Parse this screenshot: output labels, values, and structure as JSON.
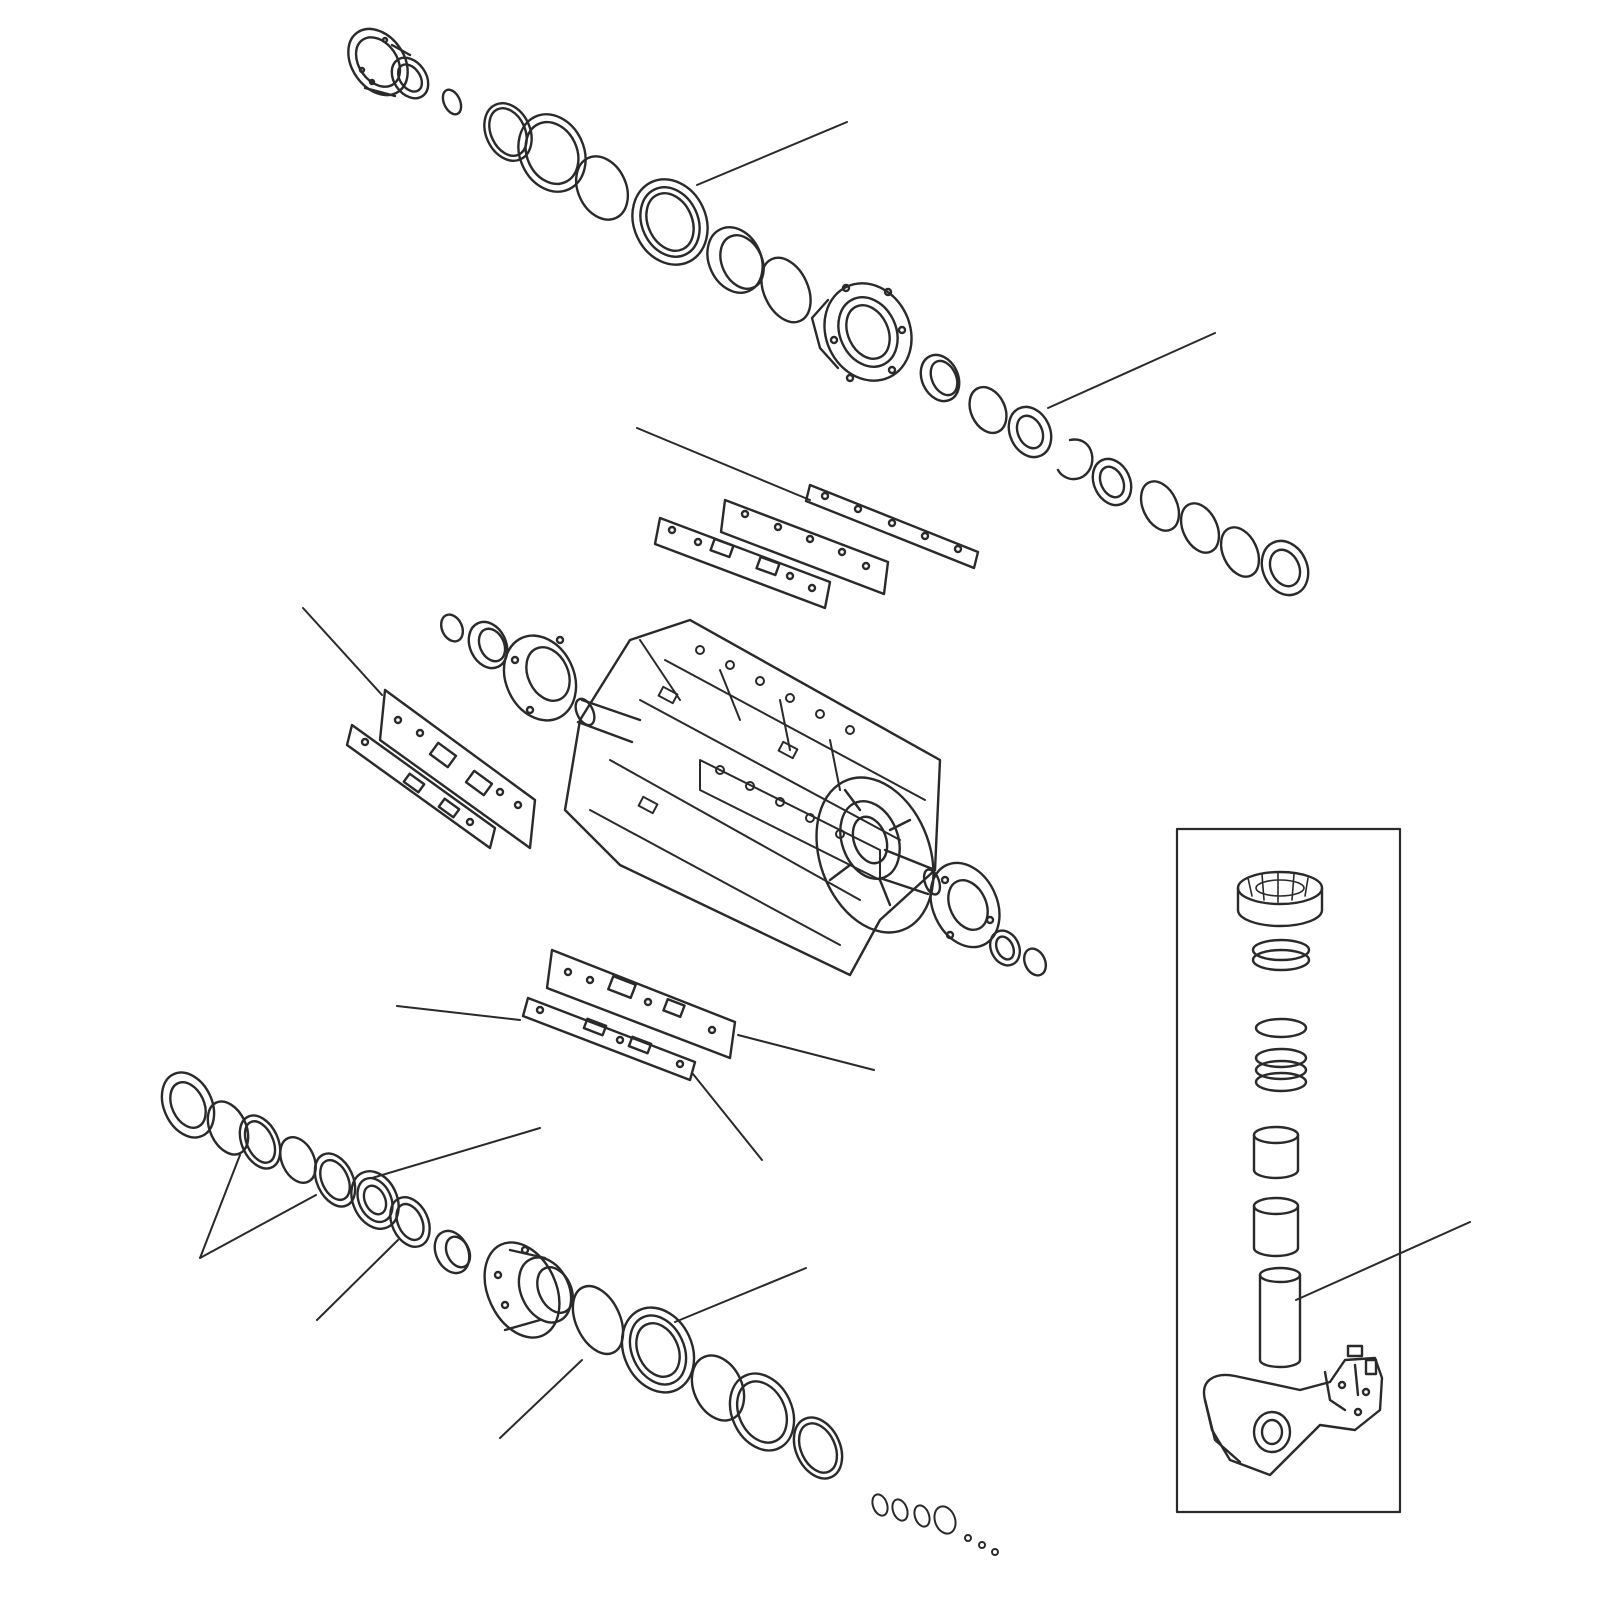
{
  "diagram": {
    "kind": "exploded-assembly-sketch",
    "ink_color": "#2a2a2a",
    "paper_color": "#ffffff",
    "text_labels": [],
    "assemblies": [
      {
        "name": "upper-bearing-train"
      },
      {
        "name": "rotor-core"
      },
      {
        "name": "lower-bearing-train"
      },
      {
        "name": "inset-drive-detail"
      }
    ]
  }
}
